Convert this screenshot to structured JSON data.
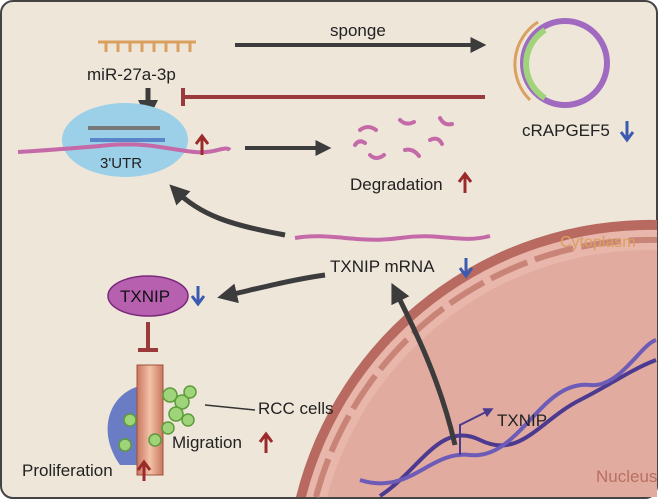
{
  "labels": {
    "sponge": "sponge",
    "mirna": "miR-27a-3p",
    "circrna": "cRAPGEF5",
    "utr": "3'UTR",
    "degradation": "Degradation",
    "cytoplasm": "Cytoplasm",
    "txnip_mrna": "TXNIP mRNA",
    "txnip_protein": "TXNIP",
    "rcc_cells": "RCC cells",
    "migration": "Migration",
    "proliferation": "Proliferation",
    "txnip_gene": "TXNIP",
    "nucleus": "Nucleus"
  },
  "colors": {
    "background": "#efe6da",
    "up_arrow": "#9b2a2a",
    "down_arrow": "#3b5bb0",
    "inhibition": "#9b3a3a",
    "mrna": "#c56aa8",
    "mirna": "#d9a060",
    "nucleus": "#e7b2a6",
    "dna": "#4b3a8f"
  }
}
